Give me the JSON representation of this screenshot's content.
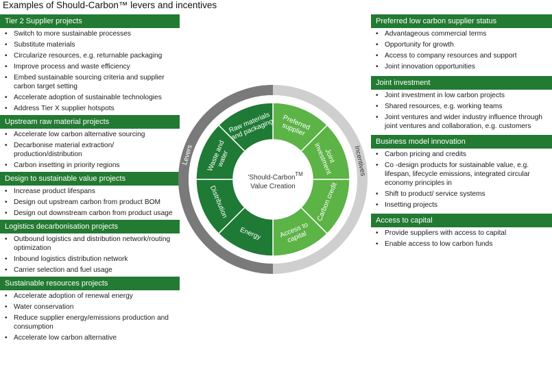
{
  "title": "Examples of Should-Carbon™ levers and incentives",
  "left_sections": [
    {
      "title": "Tier 2 Supplier projects",
      "items": [
        "Switch to more sustainable processes",
        "Substitute materials",
        "Circularize resources, e.g. returnable packaging",
        "Improve process and waste efficiency",
        "Embed sustainable sourcing criteria and supplier carbon target setting",
        "Accelerate adoption of sustainable technologies",
        "Address Tier X supplier hotspots"
      ]
    },
    {
      "title": "Upstream raw material projects",
      "items": [
        "Accelerate low carbon alternative sourcing",
        "Decarbonise material extraction/ production/distribution",
        "Carbon insetting in priority regions"
      ]
    },
    {
      "title": "Design to sustainable value projects",
      "items": [
        "Increase product lifespans",
        "Design out upstream carbon from product BOM",
        "Design out downstream carbon from product usage"
      ]
    },
    {
      "title": "Logistics decarbonisation projects",
      "items": [
        "Outbound logistics and distribution network/routing optimization",
        "Inbound logistics distribution network",
        "Carrier selection and fuel usage"
      ]
    },
    {
      "title": "Sustainable resources projects",
      "items": [
        "Accelerate adoption of renewal energy",
        "Water conservation",
        "Reduce supplier energy/emissions production and consumption",
        "Accelerate low carbon alternative"
      ]
    }
  ],
  "right_sections": [
    {
      "title": "Preferred low carbon supplier status",
      "items": [
        "Advantageous commercial terms",
        "Opportunity for growth",
        "Access to company resources and support",
        "Joint innovation opportunities"
      ]
    },
    {
      "title": "Joint investment",
      "items": [
        "Joint investment in low carbon projects",
        "Shared resources, e.g. working teams",
        "Joint ventures and wider industry influence through joint ventures and collaboration, e.g. customers"
      ]
    },
    {
      "title": "Business model innovation",
      "items": [
        "Carbon pricing and credits",
        "Co -design products for sustainable value, e.g. lifespan, lifecycle emissions, integrated circular economy principles in",
        "Shift to product/ service systems",
        "Insetting projects"
      ]
    },
    {
      "title": "Access to capital",
      "items": [
        "Provide suppliers with access to capital",
        "Enable access to low carbon funds"
      ]
    }
  ],
  "wheel": {
    "center_line1": "'Should-Carbon",
    "center_tm": "TM",
    "center_line2": "Value Creation",
    "outer_left_label": "Levers",
    "outer_right_label": "Incentives",
    "levers": [
      {
        "lines": [
          "Raw materials",
          "and packaging"
        ]
      },
      {
        "lines": [
          "Waste and",
          "water"
        ]
      },
      {
        "lines": [
          "Distribution"
        ]
      },
      {
        "lines": [
          "Energy"
        ]
      }
    ],
    "incentives": [
      {
        "lines": [
          "Preferred",
          "supplier"
        ]
      },
      {
        "lines": [
          "Joint",
          "investment"
        ]
      },
      {
        "lines": [
          "Carbon credit"
        ]
      },
      {
        "lines": [
          "Access to",
          "capital"
        ]
      }
    ]
  },
  "colors": {
    "header_green": "#237a32",
    "lever_dark": "#1e7a34",
    "incentive_light": "#5cb346",
    "ring_dark_gray": "#7a7a7a",
    "ring_light_gray": "#cfcfcf"
  }
}
